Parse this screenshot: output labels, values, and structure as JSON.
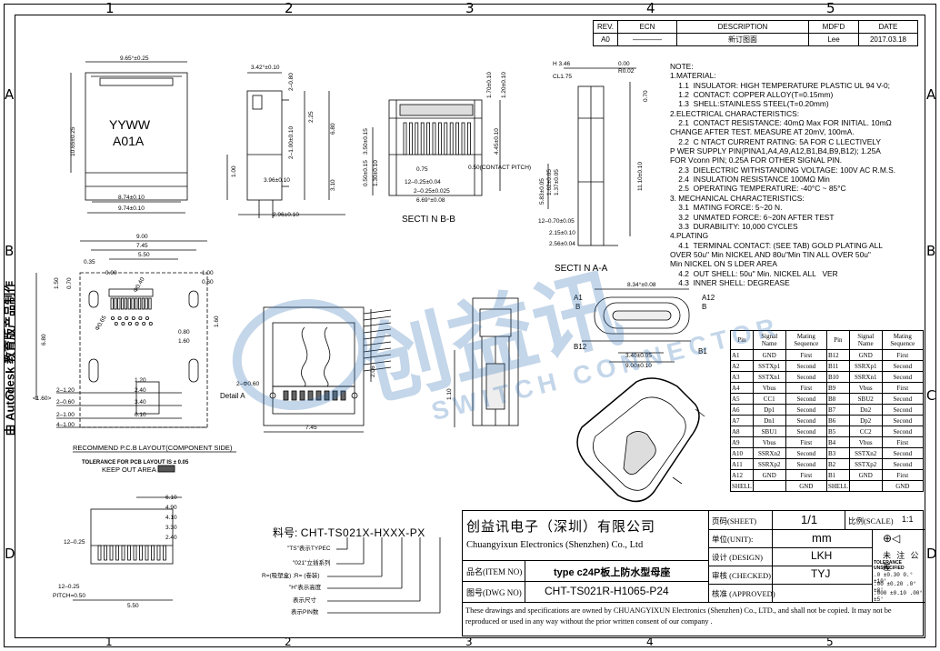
{
  "zones": {
    "cols": [
      "1",
      "2",
      "3",
      "4",
      "5"
    ],
    "rows": [
      "A",
      "B",
      "C",
      "D"
    ]
  },
  "revision_table": {
    "headers": [
      "REV.",
      "ECN",
      "DESCRIPTION",
      "MDF'D",
      "DATE"
    ],
    "row": [
      "A0",
      "————",
      "新订图面",
      "Lee",
      "2017.03.18"
    ]
  },
  "notes": [
    "NOTE:",
    "1.MATERIAL:",
    "    1.1  INSULATOR: HIGH TEMPERATURE PLASTIC UL 94 V-0;",
    "    1.2  CONTACT: COPPER ALLOY(T=0.15mm)",
    "    1.3  SHELL:STAINLESS STEEL(T=0.20mm)",
    "2.ELECTRICAL CHARACTERISTICS:",
    "    2.1  CONTACT RESISTANCE: 40mΩ Max FOR INITIAL. 10mΩ",
    "CHANGE AFTER TEST. MEASURE AT 20mV, 100mA.",
    "    2.2  C NTACT CURRENT RATING: 5A FOR C LLECTIVELY",
    "P WER SUPPLY PIN(PINA1,A4,A9,A12,B1,B4,B9,B12); 1.25A",
    "FOR Vconn PIN; 0.25A FOR OTHER SIGNAL PIN.",
    "    2.3  DIELECTRIC WITHSTANDING VOLTAGE: 100V AC R.M.S.",
    "    2.4  INSULATION RESISTANCE 100MΩ Min",
    "    2.5  OPERATING TEMPERATURE: -40°C ~ 85°C",
    "3. MECHANICAL CHARACTERISTICS:",
    "    3.1  MATING FORCE: 5~20 N.",
    "    3.2  UNMATED FORCE: 6~20N AFTER TEST",
    "    3.3  DURABILITY: 10,000 CYCLES",
    "4.PLATING",
    "    4.1  TERMINAL CONTACT: (SEE TAB) GOLD PLATING ALL",
    "OVER 50u\" Min NICKEL AND 80u\"Min TIN ALL OVER 50u\"",
    "Min NICKEL ON S LDER AREA",
    "    4.2  OUT SHELL: 50u\" Min. NICKEL ALL   VER",
    "    4.3  INNER SHELL: DEGREASE"
  ],
  "pin_table": {
    "headers": [
      "Pin",
      "Signal Name",
      "Mating Sequence",
      "Pin",
      "Signal Name",
      "Mating Sequence"
    ],
    "rows": [
      [
        "A1",
        "GND",
        "First",
        "B12",
        "GND",
        "First"
      ],
      [
        "A2",
        "SSTXp1",
        "Second",
        "B11",
        "SSRXp1",
        "Second"
      ],
      [
        "A3",
        "SSTXn1",
        "Second",
        "B10",
        "SSRXn1",
        "Second"
      ],
      [
        "A4",
        "Vbus",
        "First",
        "B9",
        "Vbus",
        "First"
      ],
      [
        "A5",
        "CC1",
        "Second",
        "B8",
        "SBU2",
        "Second"
      ],
      [
        "A6",
        "Dp1",
        "Second",
        "B7",
        "Dn2",
        "Second"
      ],
      [
        "A7",
        "Dn1",
        "Second",
        "B6",
        "Dp2",
        "Second"
      ],
      [
        "A8",
        "SBU1",
        "Second",
        "B5",
        "CC2",
        "Second"
      ],
      [
        "A9",
        "Vbus",
        "First",
        "B4",
        "Vbus",
        "First"
      ],
      [
        "A10",
        "SSRXn2",
        "Second",
        "B3",
        "SSTXn2",
        "Second"
      ],
      [
        "A11",
        "SSRXp2",
        "Second",
        "B2",
        "SSTXp2",
        "Second"
      ],
      [
        "A12",
        "GND",
        "First",
        "B1",
        "GND",
        "First"
      ],
      [
        "SHELL",
        "",
        "GND",
        "SHELL",
        "",
        "GND"
      ]
    ]
  },
  "title_block": {
    "company_cn": "创益讯电子（深圳）有限公司",
    "company_en": "Chuangyixun Electronics (Shenzhen) Co., Ltd",
    "item_label": "品名(ITEM NO)",
    "item_value": "type c24P板上防水型母座",
    "dwg_label": "图号(DWG NO)",
    "dwg_value": "CHT-TS021R-H1065-P24",
    "sheet_label": "页码(SHEET)",
    "sheet_value": "1/1",
    "scale_label": "比例(SCALE)",
    "scale_value": "1:1",
    "unit_label": "单位(UNIT):",
    "unit_value": "mm",
    "design_label": "设计 (DESIGN)",
    "design_value": "LKH",
    "checked_label": "审核 (CHECKED)",
    "checked_value": "TYJ",
    "approval_label": "核准 (APPROVED)",
    "approval_value": "",
    "tol_title": "未 注 公 差",
    "tol_sub": "TOLERANCE UNSPECIFIED",
    "tol_lines": [
      ".0 ±0.30   0.° ±10'",
      ".00 ±0.20  .0° ±8'",
      ".000 ±0.10 .00° ±5'"
    ],
    "disclaimer": "These drawings and specifications are owned by CHUANGYIXUN Electronics (Shenzhen) Co., LTD., and shall not be copied. It may not be reproduced or used in any way without the prior written consent of our company ."
  },
  "part_number": {
    "prefix": "料号:",
    "value": "CHT-TS021X-HXXX-PX",
    "legend": [
      "\"TS\"表示TYPEC",
      "\"021\"立插系列",
      "R=(吸塑盒) ;R= (卷装)",
      "\"H\"表示高度",
      "表示尺寸",
      "表示PIN数"
    ]
  },
  "views": {
    "section_bb": "SECTI N B-B",
    "section_aa": "SECTI N A-A",
    "pcb_layout": "RECOMMEND P.C.B LAYOUT(COMPONENT SIDE)",
    "pcb_tol": "TOLERANCE FOR PCB LAYOUT IS ± 0.05",
    "keep_out": "KEEP OUT AREA",
    "detail_a": "Detail A",
    "marking_1": "YYWW",
    "marking_2": "A01A"
  },
  "dims": {
    "top_w": "9.65°±0.25",
    "top_h": "10.65±0.25",
    "bot_w1": "8.74±0.10",
    "bot_w2": "9.74±0.10",
    "side_w": "3.42°±0.10",
    "d_2_080": "2–0.80",
    "d_225": "2.25",
    "d_680": "6.80",
    "d_2_100": "2–1.00±0.10",
    "d_396": "3.96±0.10",
    "d_100": "1.00",
    "d_310": "3.10",
    "d_296": "2.96±0.10",
    "bb_350": "3.50±0.15",
    "bb_170": "1.70±0.10",
    "bb_120": "1.20±0.10",
    "bb_445": "4.45±0.10",
    "bb_050": "0.50±0.15",
    "bb_130": "1.30±0.10",
    "bb_075": "0.75",
    "bb_pitch": "0.50(CONTACT PITCH)",
    "bb_12": "12–0.25±0.04",
    "bb_2": "2–0.25±0.025",
    "bb_669": "6.69°±0.08",
    "aa_h": "H 3.46",
    "aa_cl": "CL1.75",
    "aa_000": "0.00",
    "aa_r": "R0.02",
    "aa_070": "0.70",
    "aa_11": "11.10±0.10",
    "aa_12": "12–0.70±0.05",
    "aa_215": "2.15±0.10",
    "aa_256": "2.56±0.04",
    "aa_583": "5.83±0.05",
    "aa_162": "1.62±0.05",
    "aa_137": "1.37±0.05",
    "pcb_900": "9.00",
    "pcb_745": "7.45",
    "pcb_550": "5.50",
    "pcb_035": "0.35",
    "pcb_090": "0.90",
    "pcb_150": "1.50",
    "pcb_070": "0.70",
    "pcb_100": "1.00",
    "pcb_060": "0.60",
    "pcb_040": "Φ0.40",
    "pcb_065": "Φ0.65",
    "pcb_680": "6.80",
    "pcb_080": "0.80",
    "pcb_160": "1.60",
    "pcb_120": "1.20",
    "pcb_240": "2.40",
    "pcb_340": "3.40",
    "pcb_610": "6.10",
    "pcb_2_120": "2–1.20",
    "pcb_2_060": "2–0.60",
    "pcb_4_100": "4–1.00",
    "pcb_2_100": "2–1.00",
    "pcb_160b": "<1.60>",
    "front_w": "8.34°±0.08",
    "front_340": "3.40±0.05",
    "front_900": "9.00±0.10",
    "det_206": "2.06",
    "det_745": "7.45",
    "det_2_060": "2–Φ0.60",
    "pin_a1": "A1",
    "pin_a12": "A12",
    "pin_b": "B",
    "pin_b12": "B12",
    "pin_b1": "B1",
    "bl_610": "6.10",
    "bl_490": "4.90",
    "bl_410": "4.10",
    "bl_330": "3.30",
    "bl_240": "2.40",
    "bl_12": "12–0.25",
    "bl_12b": "12–0.25",
    "bl_pitch": "PITCH=0.50",
    "bl_550": "5.50",
    "h_label": "1.10"
  },
  "side_text": "由 Autodesk 教育版产品制作",
  "watermark": {
    "cn": "创益讯",
    "en": "SWITCH CONNECTOR",
    "color": "#2f6fb3"
  }
}
